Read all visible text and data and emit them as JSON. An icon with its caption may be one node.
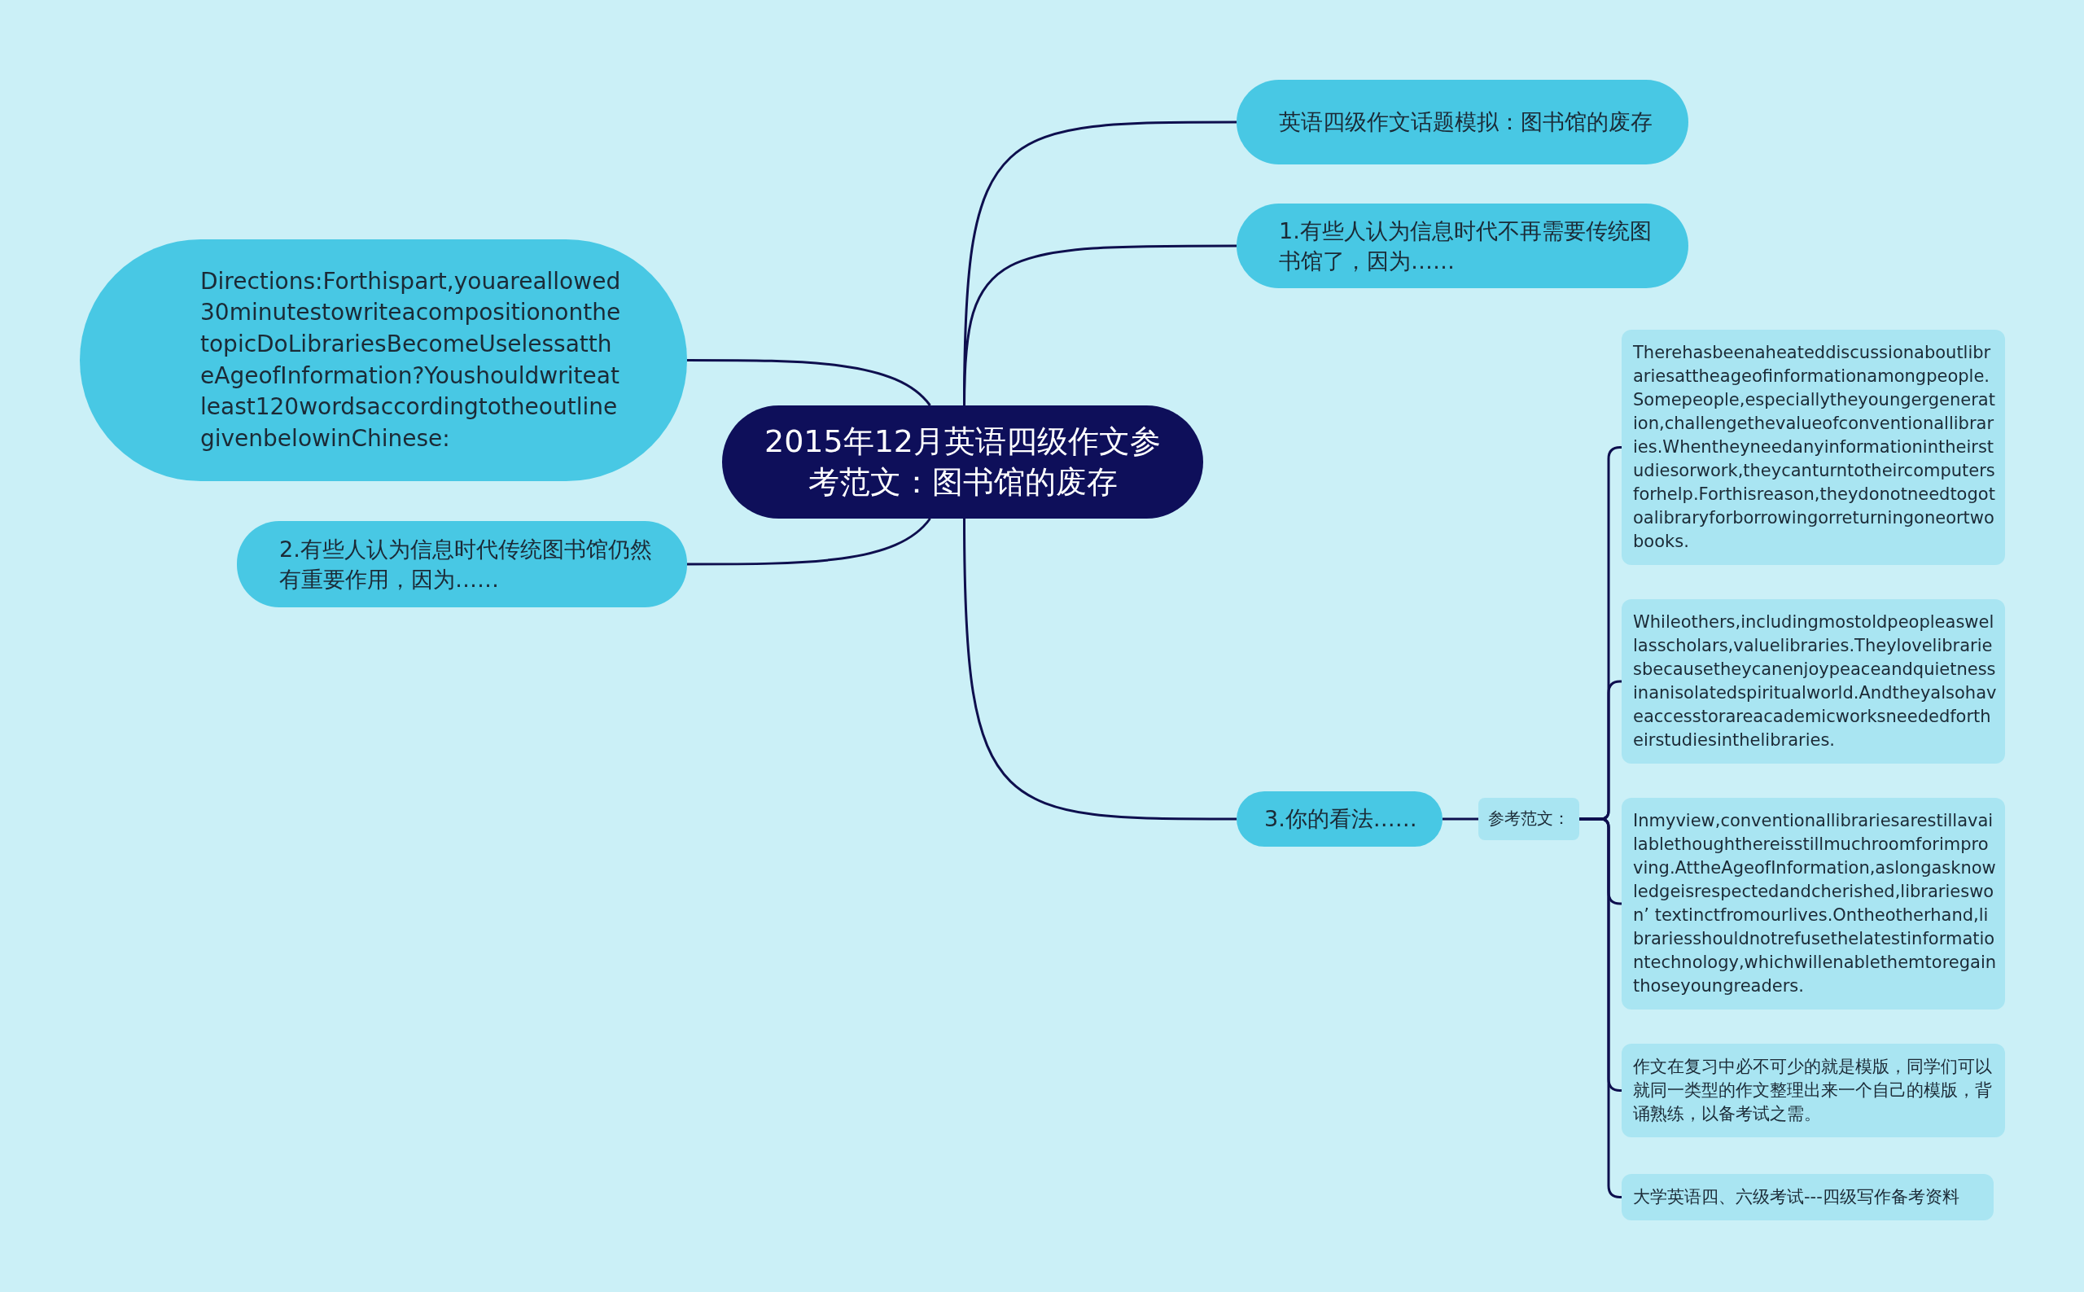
{
  "diagram": {
    "nodes": [
      {
        "text": [
          "2015年12月英语四级作文参考范文：图书馆的废存"
        ]
      },
      {
        "text": [
          "英语四级作文话题模拟：图书馆的废存"
        ]
      },
      {
        "text": [
          "1.有些人认为信息时代不再需要传统图书馆了，因为……"
        ]
      },
      {
        "text": [
          "Directions:Forthispart,youareallowed30minutestowriteacompositiononthetopicDoLibrariesBecomeUselessattheAgeofInformation?Youshouldwriteatleast120wordsaccordingtotheoutlinegivenbelowinChinese:"
        ]
      },
      {
        "text": [
          "2.有些人认为信息时代传统图书馆仍然有重要作用，因为……"
        ]
      },
      {
        "text": [
          "3.你的看法……"
        ]
      },
      {
        "text": [
          "参考范文："
        ]
      },
      {
        "text": [
          "Therehasbeenaheateddiscussionaboutlibrariesattheageofinformationamongpeople.Somepeople,especiallytheyoungergeneration,challengethevalueofconventionallibraries.Whentheyneedanyinformationintheirstudiesorwork,theycanturntotheircomputersforhelp.Forthisreason,theydonotneedtogotoalibraryforborrowingorreturningoneortwobooks."
        ]
      },
      {
        "text": [
          "Whileothers,includingmostoldpeopleaswellasscholars,valuelibraries.Theylovelibrariesbecausetheycanenjoypeaceandquietnessinanisolatedspiritualworld.Andtheyalsohaveaccesstorareacademicworksneededfortheirstudiesinthelibraries."
        ]
      },
      {
        "text": [
          "Inmyview,conventionallibrariesarestillavailablethoughthereisstillmuchroomforimproving.AttheAgeofInformation,aslongasknowledgeisrespectedandcherished,librarieswon’ textinctfromourlives.Ontheotherhand,librariesshouldnotrefusethelatestinformationtechnology,whichwillenablethemtoregainthoseyoungreaders."
        ]
      },
      {
        "text": [
          "作文在复习中必不可少的就是模版，同学们可以就同一类型的作文整理出来一个自己的模版，背诵熟练，以备考试之需。"
        ]
      },
      {
        "text": [
          "大学英语四、六级考试---四级写作备考资料"
        ]
      }
    ],
    "edges": [
      {
        "from": 0,
        "to": 1,
        "arrow": "none"
      },
      {
        "from": 0,
        "to": 2,
        "arrow": "none"
      },
      {
        "from": 0,
        "to": 3,
        "arrow": "none"
      },
      {
        "from": 0,
        "to": 4,
        "arrow": "none"
      },
      {
        "from": 0,
        "to": 5,
        "arrow": "none"
      },
      {
        "from": 5,
        "to": 6,
        "arrow": "none"
      },
      {
        "from": 6,
        "to": 7,
        "arrow": "none"
      },
      {
        "from": 6,
        "to": 8,
        "arrow": "none"
      },
      {
        "from": 6,
        "to": 9,
        "arrow": "none"
      },
      {
        "from": 6,
        "to": 10,
        "arrow": "none"
      },
      {
        "from": 6,
        "to": 11,
        "arrow": "none"
      }
    ]
  }
}
